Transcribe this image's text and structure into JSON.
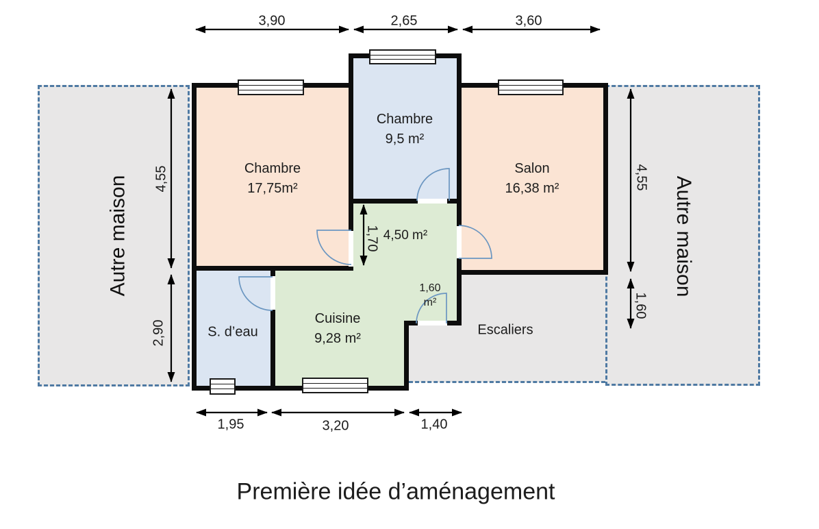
{
  "title": "Première idée d’aménagement",
  "neighbors": {
    "left": "Autre maison",
    "right": "Autre maison"
  },
  "rooms": {
    "chambre1": {
      "name": "Chambre",
      "area": "17,75m²"
    },
    "chambre2": {
      "name": "Chambre",
      "area": "9,5 m²"
    },
    "salon": {
      "name": "Salon",
      "area": "16,38 m²"
    },
    "couloir": {
      "area": "4,50 m²"
    },
    "cuisine": {
      "name": "Cuisine",
      "area": "9,28 m²"
    },
    "salle_eau": {
      "name": "S. d’eau"
    },
    "escaliers": {
      "name": "Escaliers"
    },
    "placard": {
      "area_line1": "1,60",
      "area_line2": "m²"
    }
  },
  "dimensions": {
    "top": [
      "3,90",
      "2,65",
      "3,60"
    ],
    "bottom": [
      "1,95",
      "3,20",
      "1,40"
    ],
    "left": [
      "4,55",
      "2,90"
    ],
    "right": [
      "4,55",
      "1,60"
    ],
    "interior": [
      "1,70"
    ]
  },
  "colors": {
    "room_peach": "#fbe4d4",
    "room_blue": "#dbe5f2",
    "room_green": "#ddebd4",
    "neighbor_gray": "#e8e7e7",
    "dashed_border_blue": "#4f7aa3",
    "door_arc_blue": "#6b96c1",
    "wall_black": "#0d0d0d"
  }
}
